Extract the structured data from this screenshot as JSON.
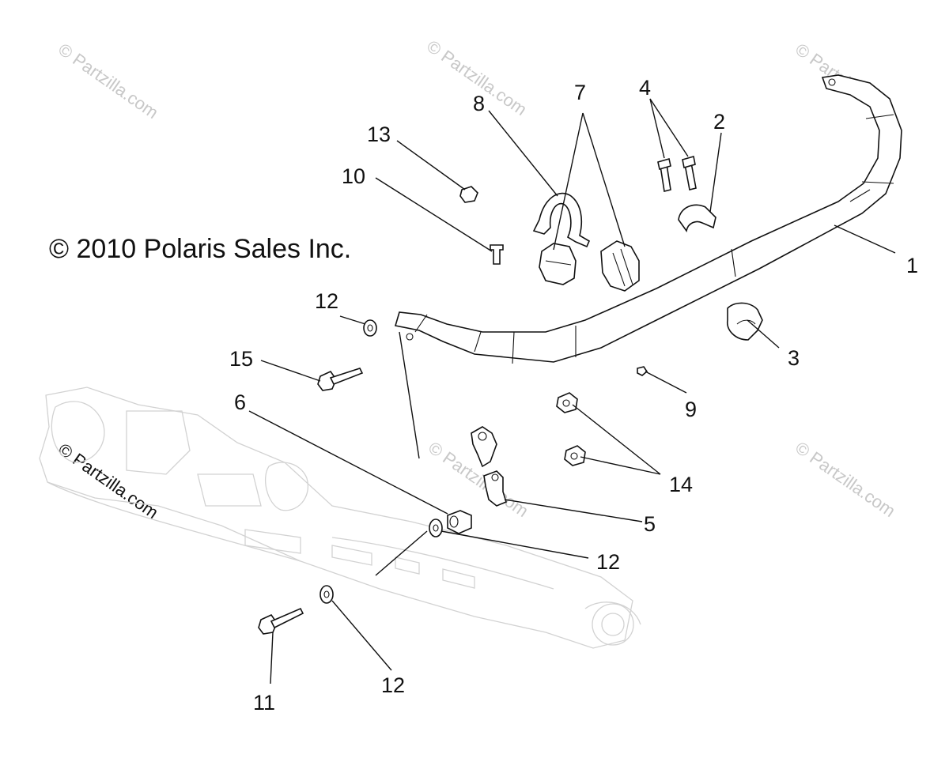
{
  "copyright": "© 2010 Polaris Sales Inc.",
  "watermark": "© Partzilla.com",
  "callouts": {
    "c1": "1",
    "c2": "2",
    "c3": "3",
    "c4": "4",
    "c5": "5",
    "c6": "6",
    "c7": "7",
    "c8": "8",
    "c9": "9",
    "c10": "10",
    "c11": "11",
    "c12a": "12",
    "c12b": "12",
    "c12c": "12",
    "c13": "13",
    "c14": "14",
    "c15": "15"
  }
}
